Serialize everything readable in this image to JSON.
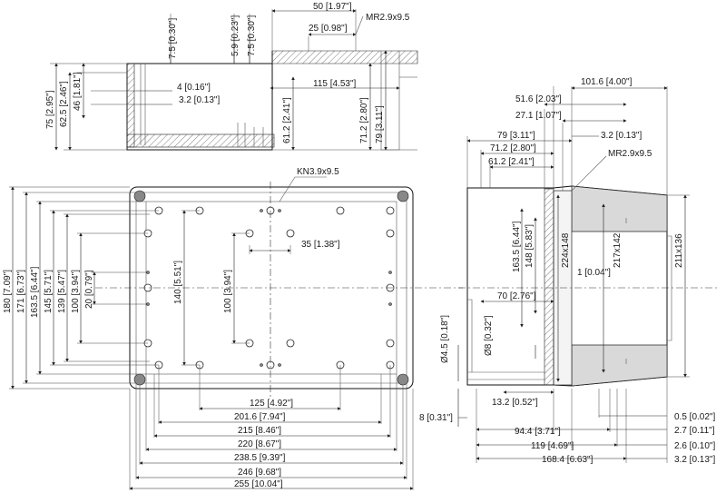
{
  "top_section": {
    "d_50": "50 [1.97\"]",
    "d_25": "25 [0.98\"]",
    "mr_top": "MR2.9x9.5",
    "d_7_5a": "7.5 [0.30\"]",
    "d_5_9": "5.9 [0.23\"]",
    "d_7_5b": "7.5 [0.30\"]",
    "d_75": "75 [2.95\"]",
    "d_62_5": "62.5 [2.46\"]",
    "d_46": "46 [1.81\"]",
    "d_4": "4 [0.16\"]",
    "d_3_2": "3.2 [0.13\"]",
    "d_115": "115 [4.53\"]",
    "d_61_2": "61.2 [2.41\"]",
    "d_71_2": "71.2 [2.80\"]",
    "d_79": "79 [3.11\"]"
  },
  "front_view": {
    "kn_label": "KN3.9x9.5",
    "d_35": "35 [1.38\"]",
    "d_180": "180 [7.09\"]",
    "d_171": "171 [6.73\"]",
    "d_163_5": "163.5 [6.44\"]",
    "d_145": "145 [5.71\"]",
    "d_139": "139 [5.47\"]",
    "d_100": "100 [3.94\"]",
    "d_20": "20 [0.79\"]",
    "d_140": "140 [5.51\"]",
    "d_100b": "100 [3.94\"]",
    "d_125": "125 [4.92\"]",
    "d_201_6": "201.6 [7.94\"]",
    "d_215": "215 [8.46\"]",
    "d_220": "220 [8.67\"]",
    "d_238_5": "238.5 [9.39\"]",
    "d_246": "246 [9.68\"]",
    "d_255": "255 [10.04\"]",
    "d_8": "8 [0.31\"]"
  },
  "side_view": {
    "d_101_6": "101.6 [4.00\"]",
    "d_51_6": "51.6 [2.03\"]",
    "d_27_1": "27.1 [1.07\"]",
    "d_79": "79 [3.11\"]",
    "d_3_2": "3.2 [0.13\"]",
    "d_71_2": "71.2 [2.80\"]",
    "mr_side": "MR2.9x9.5",
    "d_61_2": "61.2 [2.41\"]",
    "d_163_5": "163.5 [6.44\"]",
    "d_148": "148 [5.83\"]",
    "d_224x148": "224x148",
    "d_217x142": "217x142",
    "d_211x136": "211x136",
    "d_1": "1 [0.04\"]",
    "d_70": "70 [2.76\"]",
    "d_8": "Ø8 [0.32\"]",
    "d_4_5": "Ø4.5 [0.18\"]",
    "d_13_2": "13.2 [0.52\"]",
    "d_94_4": "94.4 [3.71\"]",
    "d_119": "119 [4.69\"]",
    "d_168_4": "168.4 [6.63\"]",
    "d_0_5": "0.5 [0.02\"]",
    "d_2_7": "2.7 [0.11\"]",
    "d_2_6": "2.6 [0.10\"]",
    "d_3_2b": "3.2 [0.13\"]"
  }
}
